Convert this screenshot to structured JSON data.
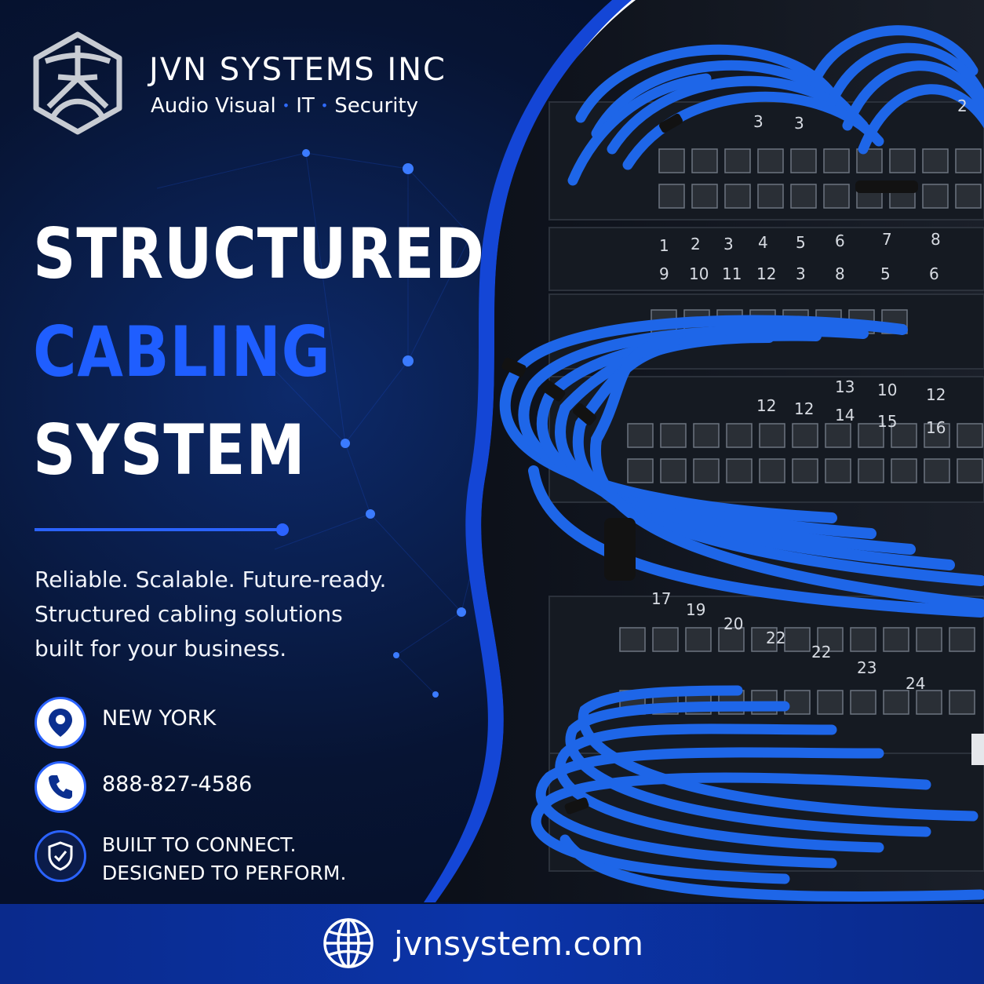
{
  "brand": {
    "name": "JVN SYSTEMS INC",
    "tagline": {
      "part1": "Audio Visual",
      "separator": "•",
      "part2": "IT",
      "part3": "Security"
    }
  },
  "headline": {
    "line1": "STRUCTURED",
    "line2": "CABLING",
    "line3": "SYSTEM"
  },
  "description": {
    "line1": "Reliable. Scalable. Future-ready.",
    "line2": "Structured cabling solutions",
    "line3": "built for your business."
  },
  "contacts": {
    "location": "NEW YORK",
    "phone": "888-827-4586",
    "slogan_line1": "BUILT TO CONNECT.",
    "slogan_line2": "DESIGNED TO PERFORM."
  },
  "footer": {
    "website": "jvnsystem.com"
  },
  "panel_labels": {
    "row1": [
      "1",
      "2",
      "3",
      "4",
      "5",
      "6",
      "7",
      "8"
    ],
    "row2": [
      "9",
      "10",
      "11",
      "12",
      "3",
      "8",
      "5",
      "6"
    ],
    "row3": [
      "13",
      "10",
      "12"
    ],
    "row4": [
      "12",
      "12",
      "14",
      "15",
      "16"
    ],
    "row5": [
      "17",
      "19",
      "20",
      "22",
      "22",
      "23",
      "24"
    ],
    "top": [
      "3",
      "3",
      "2"
    ]
  },
  "icons": [
    "logo-cube-icon",
    "location-pin-icon",
    "phone-icon",
    "shield-check-icon",
    "globe-icon"
  ],
  "colors": {
    "accent_blue": "#1f5eff",
    "cable_blue": "#1e66e8",
    "background_navy": "#071433",
    "footer_blue": "#0b34a8"
  }
}
